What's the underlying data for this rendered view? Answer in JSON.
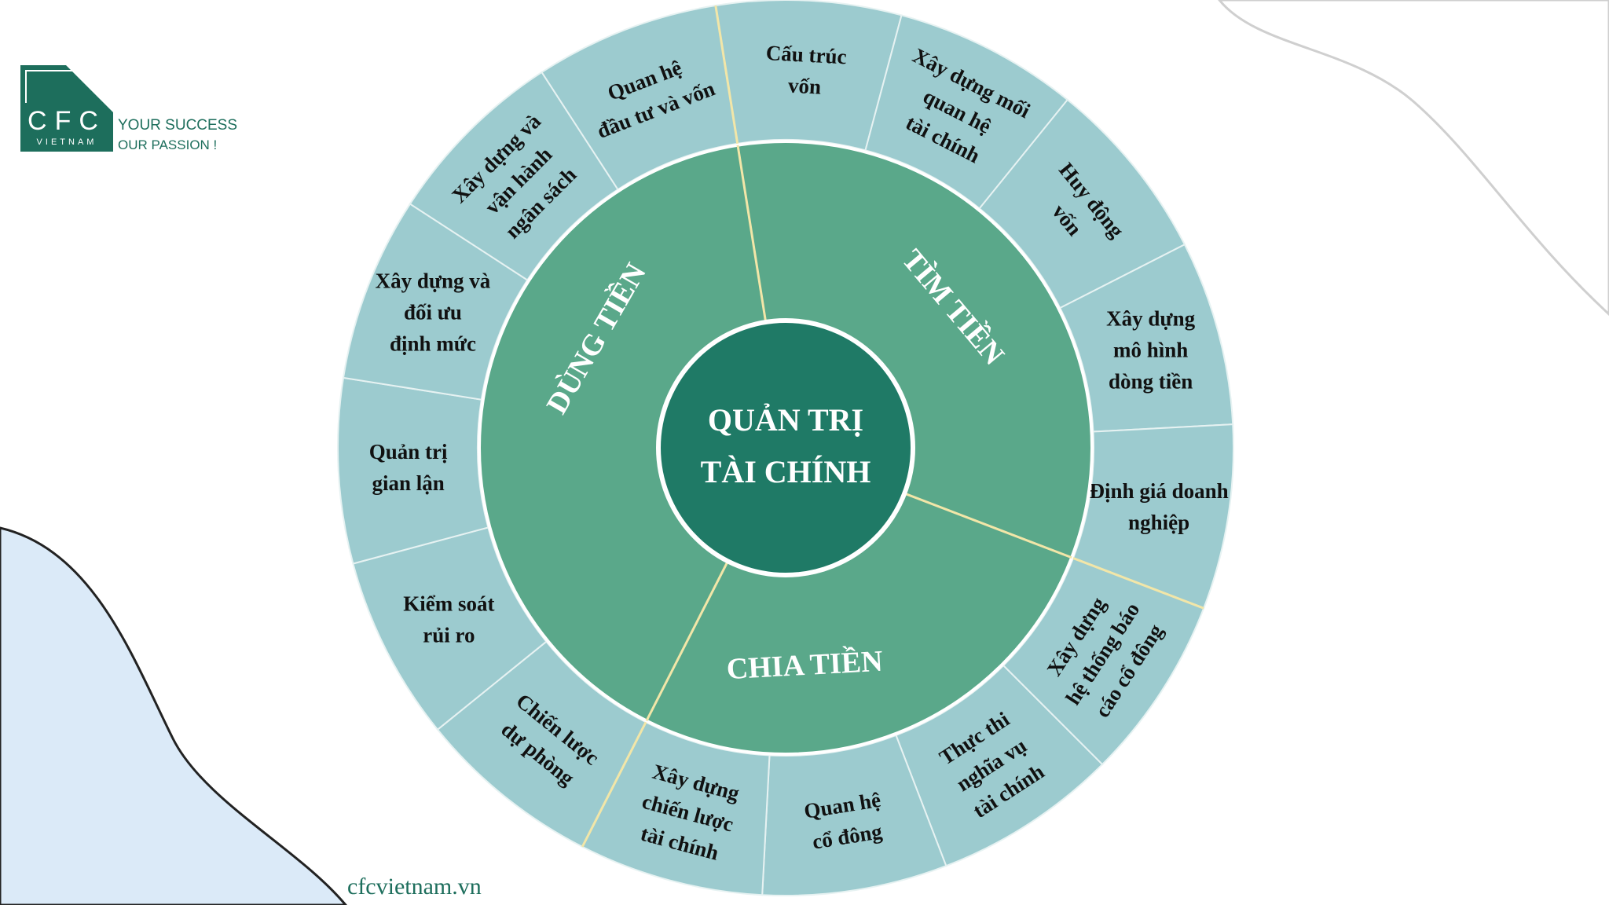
{
  "brand": {
    "logo_letters": "CFC",
    "logo_sub": "VIETNAM",
    "tagline_1": "YOUR SUCCESS",
    "tagline_2": "OUR PASSION !",
    "website": "cfcvietnam.vn"
  },
  "colors": {
    "outer": "#9ccbcf",
    "middle": "#5aa88a",
    "center": "#1f7a66",
    "divider_gold": "#f2e6a8",
    "divider_light": "#e6f2f2",
    "brand": "#1d6e5c"
  },
  "center": {
    "line_1": "QUẢN TRỊ",
    "line_2": "TÀI CHÍNH"
  },
  "middle_sections": [
    {
      "label": "TÌM TIỀN"
    },
    {
      "label": "CHIA TIỀN"
    },
    {
      "label": "DÙNG TIỀN"
    }
  ],
  "outer_sections": [
    {
      "lines": [
        "Cấu trúc",
        "vốn"
      ]
    },
    {
      "lines": [
        "Xây dựng mối",
        "quan hệ",
        "tài chính"
      ]
    },
    {
      "lines": [
        "Huy động",
        "vốn"
      ]
    },
    {
      "lines": [
        "Xây dựng",
        "mô hình",
        "dòng tiền"
      ]
    },
    {
      "lines": [
        "Định giá doanh",
        "nghiệp"
      ]
    },
    {
      "lines": [
        "Xây dựng",
        "hệ thống báo",
        "cáo cổ đông"
      ]
    },
    {
      "lines": [
        "Thực thi",
        "nghĩa vụ",
        "tài chính"
      ]
    },
    {
      "lines": [
        "Quan hệ",
        "cổ đông"
      ]
    },
    {
      "lines": [
        "Xây dựng",
        "chiến lược",
        "tài chính"
      ]
    },
    {
      "lines": [
        "Chiến lược",
        "dự phòng"
      ]
    },
    {
      "lines": [
        "Kiểm soát",
        "rủi ro"
      ]
    },
    {
      "lines": [
        "Quản trị",
        "gian lận"
      ]
    },
    {
      "lines": [
        "Xây dựng và",
        "đối ưu",
        "định mức"
      ]
    },
    {
      "lines": [
        "Xây dựng và",
        "vận hành",
        "ngân sách"
      ]
    },
    {
      "lines": [
        "Quan hệ",
        "đầu tư và vốn"
      ]
    }
  ]
}
